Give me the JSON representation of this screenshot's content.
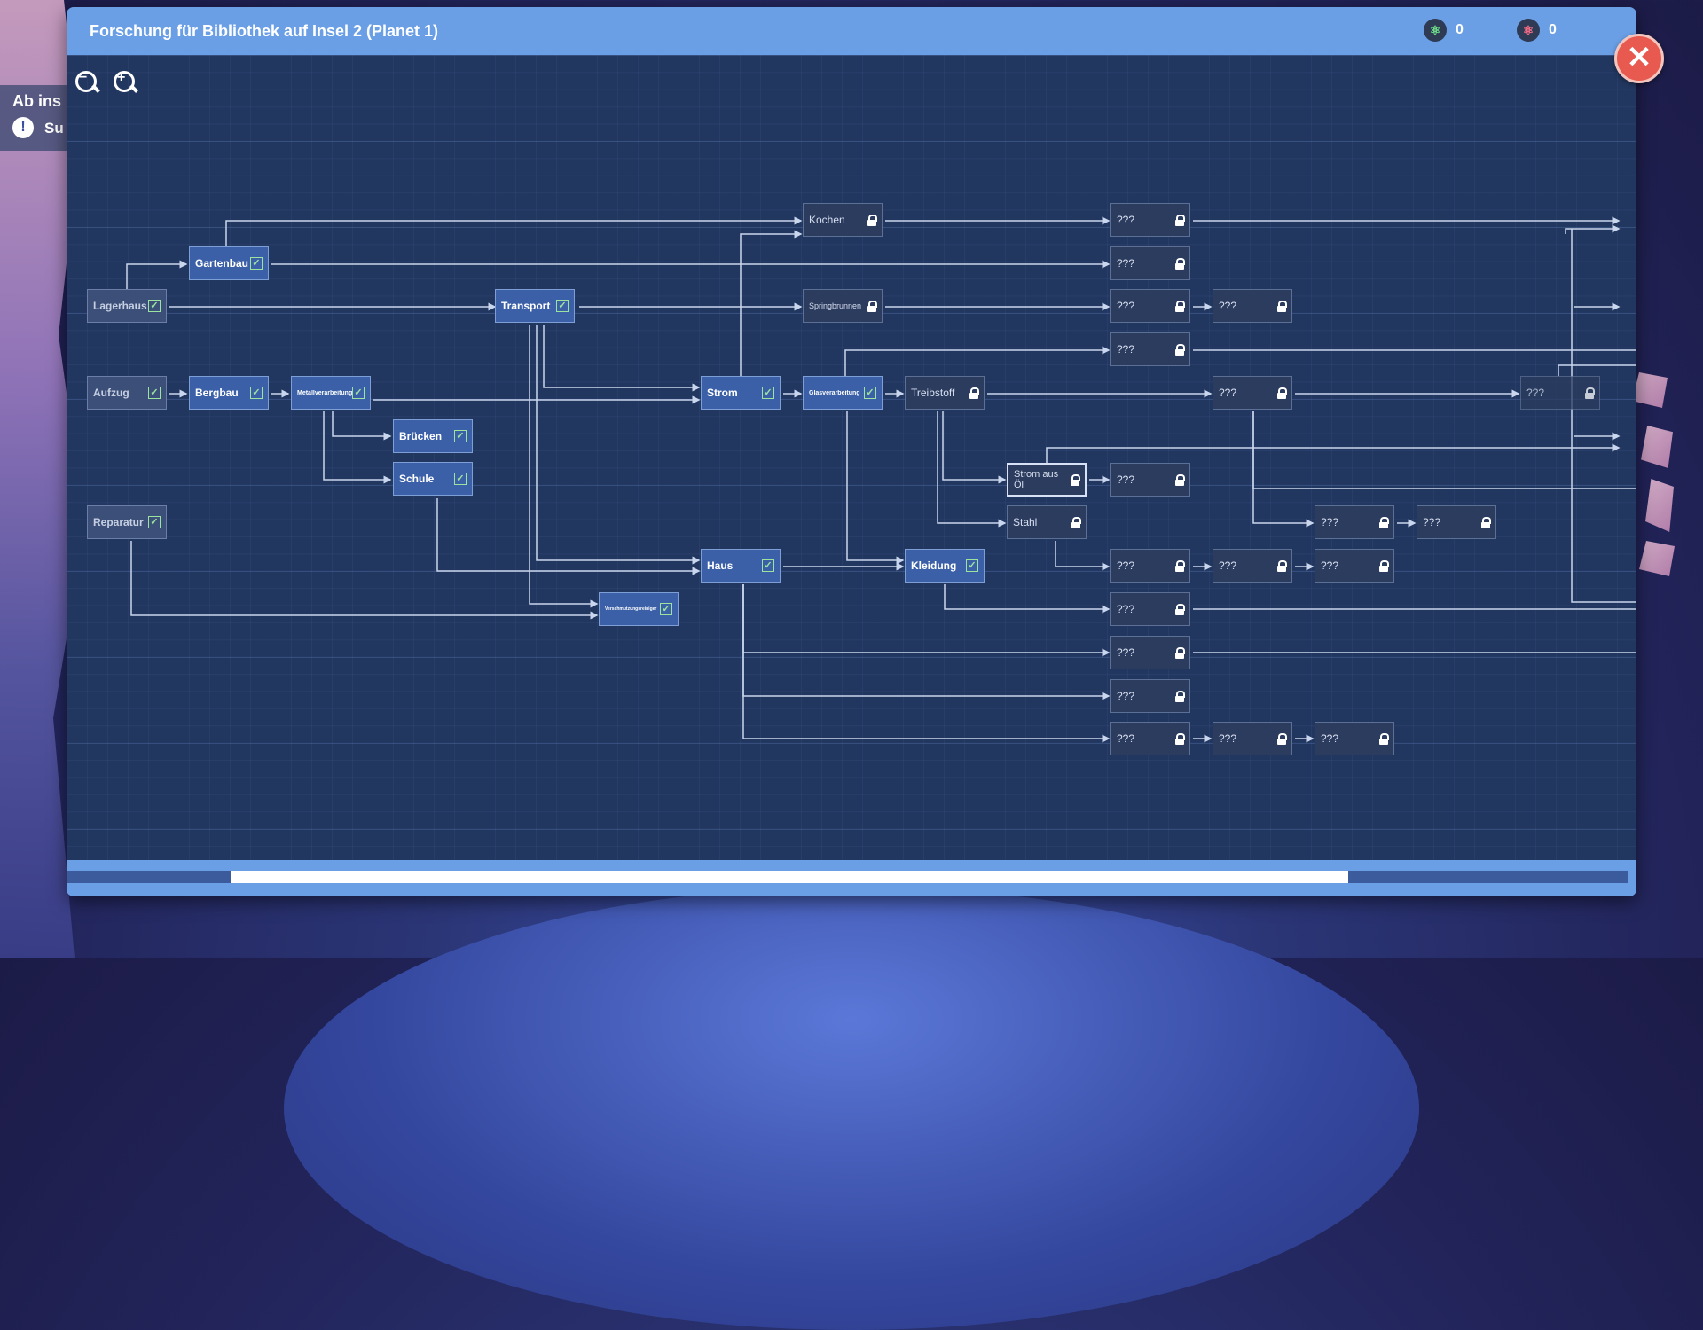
{
  "window": {
    "title": "Forschung für Bibliothek auf Insel 2 (Planet 1)",
    "currency_green": "0",
    "currency_red": "0",
    "close_symbol": "✕"
  },
  "background_quest": {
    "title": "Ab ins ",
    "sub": "Su",
    "warn_symbol": "!"
  },
  "zoom": {
    "zoom_out": "−",
    "zoom_in": "+"
  },
  "nodes": {
    "lagerhaus": "Lagerhaus",
    "aufzug": "Aufzug",
    "reparatur": "Reparatur",
    "gartenbau": "Gartenbau",
    "bergbau": "Bergbau",
    "metall": "Metallverarbeitung",
    "bruecken": "Brücken",
    "schule": "Schule",
    "transport": "Transport",
    "verschm": "Verschmutzungsreiniger",
    "kochen": "Kochen",
    "springbrunnen": "Springbrunnen",
    "strom": "Strom",
    "haus": "Haus",
    "glas": "Glasverarbeitung",
    "treibstoff": "Treibstoff",
    "kleidung": "Kleidung",
    "stromoel": "Strom aus Öl",
    "stahl": "Stahl",
    "unknown": "???"
  },
  "check_symbol": "✓",
  "scrollbar": {
    "position_fraction": 0.12,
    "visible_fraction": 0.71
  }
}
